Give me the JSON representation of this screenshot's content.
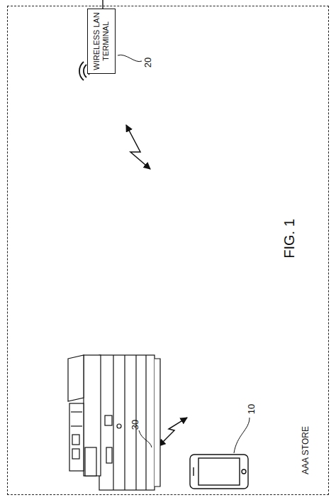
{
  "diagram": {
    "nodes": [
      {
        "text": [
          "AAA STORE"
        ]
      },
      {
        "text": [
          "WIRELESS LAN TERMINAL"
        ],
        "in": 0
      }
    ],
    "edges": [],
    "labels": [
      "FIG. 1",
      "20",
      "30",
      "10"
    ]
  }
}
